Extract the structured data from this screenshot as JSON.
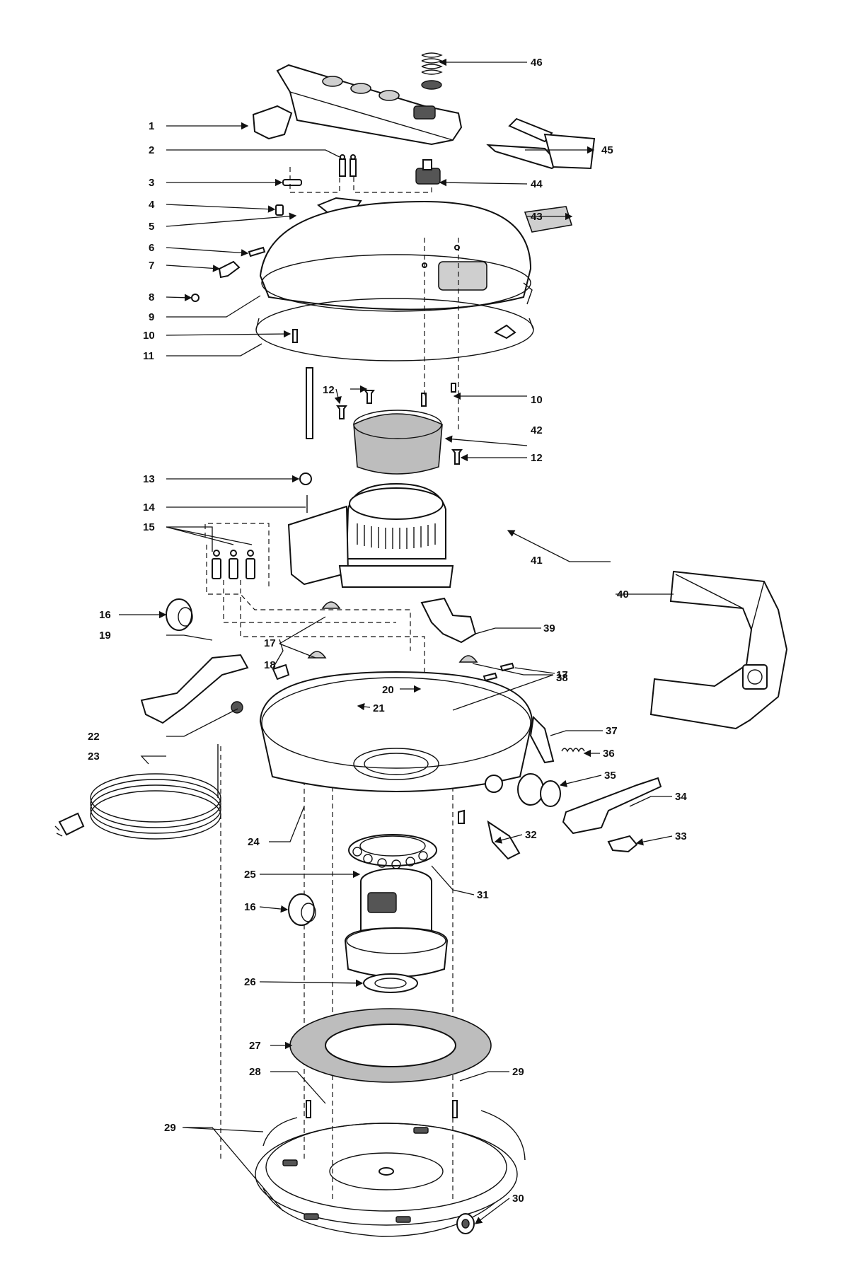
{
  "diagram": {
    "callouts": [
      "1",
      "2",
      "3",
      "4",
      "5",
      "6",
      "7",
      "8",
      "9",
      "10",
      "11",
      "12",
      "13",
      "14",
      "15",
      "16",
      "17",
      "18",
      "19",
      "20",
      "21",
      "22",
      "23",
      "24",
      "25",
      "26",
      "27",
      "28",
      "29",
      "30",
      "31",
      "32",
      "33",
      "34",
      "35",
      "36",
      "37",
      "38",
      "39",
      "40",
      "41",
      "42",
      "43",
      "44",
      "45",
      "46"
    ]
  }
}
